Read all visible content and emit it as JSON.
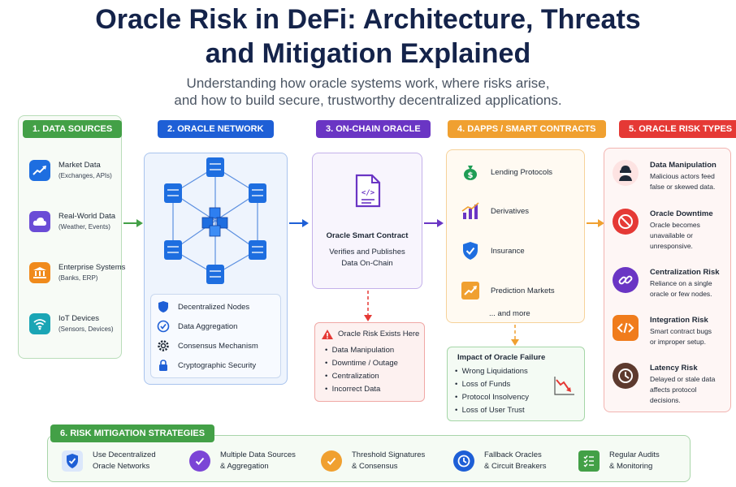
{
  "header": {
    "title_line1": "Oracle Risk in DeFi: Architecture, Threats",
    "title_line2": "and Mitigation Explained",
    "subtitle_line1": "Understanding how oracle systems work, where risks arise,",
    "subtitle_line2": "and how to build secure, trustworthy decentralized applications."
  },
  "colors": {
    "green": "#43a047",
    "blue": "#1e5fd6",
    "purple": "#6a35c4",
    "orange": "#f0a030",
    "red": "#e53935",
    "navy": "#14234a"
  },
  "data_sources": {
    "tag": "1. DATA SOURCES",
    "items": [
      {
        "title": "Market Data",
        "sub": "(Exchanges, APIs)",
        "icon": "chart-up-icon"
      },
      {
        "title": "Real-World Data",
        "sub": "(Weather, Events)",
        "icon": "cloud-icon"
      },
      {
        "title": "Enterprise Systems",
        "sub": "(Banks, ERP)",
        "icon": "bank-icon"
      },
      {
        "title": "IoT Devices",
        "sub": "(Sensors, Devices)",
        "icon": "wifi-icon"
      }
    ]
  },
  "oracle_network": {
    "tag": "2. ORACLE NETWORK",
    "features": [
      {
        "label": "Decentralized Nodes",
        "icon": "shield-icon"
      },
      {
        "label": "Data Aggregation",
        "icon": "check-circle-icon"
      },
      {
        "label": "Consensus Mechanism",
        "icon": "gear-icon"
      },
      {
        "label": "Cryptographic Security",
        "icon": "lock-icon"
      }
    ]
  },
  "onchain_oracle": {
    "tag": "3. ON-CHAIN ORACLE",
    "card_title": "Oracle Smart Contract",
    "card_line1": "Verifies and Publishes",
    "card_line2": "Data On-Chain",
    "risk_box": {
      "title": "Oracle Risk Exists Here",
      "items": [
        "Data Manipulation",
        "Downtime / Outage",
        "Centralization",
        "Incorrect Data"
      ]
    }
  },
  "dapps": {
    "tag": "4. DAPPS / SMART CONTRACTS",
    "items": [
      {
        "label": "Lending Protocols",
        "icon": "money-bag-icon"
      },
      {
        "label": "Derivatives",
        "icon": "bar-chart-icon"
      },
      {
        "label": "Insurance",
        "icon": "shield-check-icon"
      },
      {
        "label": "Prediction Markets",
        "icon": "trend-chart-icon"
      }
    ],
    "more": "... and more",
    "impact": {
      "title": "Impact of Oracle Failure",
      "items": [
        "Wrong Liquidations",
        "Loss of Funds",
        "Protocol Insolvency",
        "Loss of User Trust"
      ]
    }
  },
  "risk_types": {
    "tag": "5. ORACLE RISK TYPES",
    "items": [
      {
        "title": "Data Manipulation",
        "l1": "Malicious actors feed",
        "l2": "false or skewed data.",
        "l3": "",
        "icon": "hacker-icon"
      },
      {
        "title": "Oracle Downtime",
        "l1": "Oracle becomes",
        "l2": "unavailable or",
        "l3": "unresponsive.",
        "icon": "no-signal-icon"
      },
      {
        "title": "Centralization Risk",
        "l1": "Reliance on a single",
        "l2": "oracle or few nodes.",
        "l3": "",
        "icon": "link-icon"
      },
      {
        "title": "Integration Risk",
        "l1": "Smart contract bugs",
        "l2": "or improper setup.",
        "l3": "",
        "icon": "code-icon"
      },
      {
        "title": "Latency Risk",
        "l1": "Delayed or stale data",
        "l2": "affects protocol",
        "l3": "decisions.",
        "icon": "clock-icon"
      }
    ]
  },
  "mitigation": {
    "tag": "6. RISK MITIGATION STRATEGIES",
    "items": [
      {
        "l1": "Use Decentralized",
        "l2": "Oracle Networks",
        "icon": "shield-check-icon"
      },
      {
        "l1": "Multiple Data Sources",
        "l2": "& Aggregation",
        "icon": "check-circle-icon"
      },
      {
        "l1": "Threshold Signatures",
        "l2": "& Consensus",
        "icon": "check-circle-icon"
      },
      {
        "l1": "Fallback Oracles",
        "l2": "& Circuit Breakers",
        "icon": "clock-icon"
      },
      {
        "l1": "Regular Audits",
        "l2": "& Monitoring",
        "icon": "checklist-icon"
      }
    ]
  }
}
